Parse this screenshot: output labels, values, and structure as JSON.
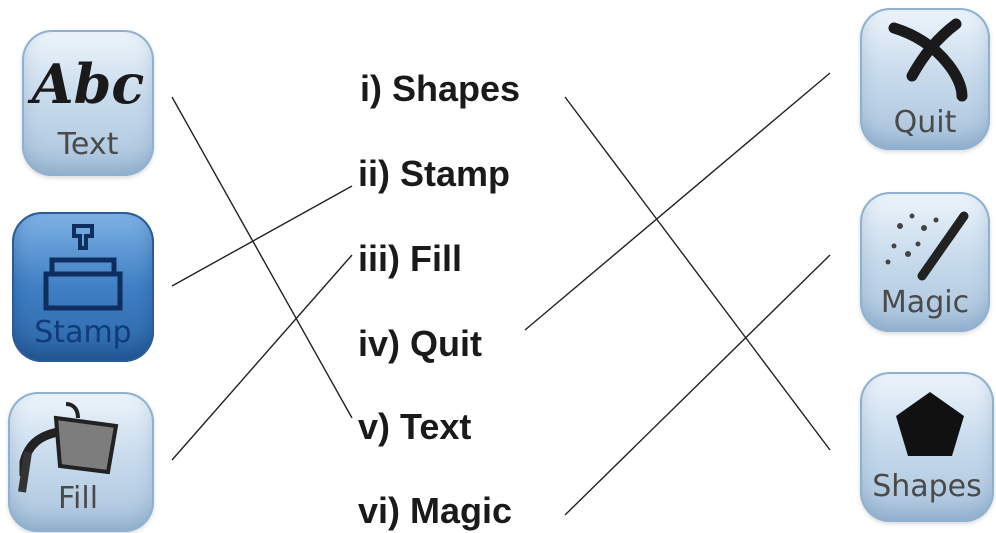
{
  "left_tools": [
    {
      "label": "Text",
      "glyph_text": "Abc",
      "icon": "abc-text-icon"
    },
    {
      "label": "Stamp",
      "icon": "stamp-icon"
    },
    {
      "label": "Fill",
      "icon": "paint-bucket-icon"
    }
  ],
  "right_tools": [
    {
      "label": "Quit",
      "icon": "quit-x-icon"
    },
    {
      "label": "Magic",
      "icon": "magic-wand-icon"
    },
    {
      "label": "Shapes",
      "icon": "pentagon-icon"
    }
  ],
  "items": [
    {
      "num": "i)",
      "name": "Shapes"
    },
    {
      "num": "ii)",
      "name": "Stamp"
    },
    {
      "num": "iii)",
      "name": "Fill"
    },
    {
      "num": "iv)",
      "name": "Quit"
    },
    {
      "num": "v)",
      "name": "Text"
    },
    {
      "num": "vi)",
      "name": "Magic"
    }
  ],
  "matches": [
    {
      "from": "Text tool",
      "to": "v) Text"
    },
    {
      "from": "Stamp tool",
      "to": "ii) Stamp"
    },
    {
      "from": "Fill tool",
      "to": "iii) Fill"
    },
    {
      "from": "i) Shapes",
      "to": "Shapes tool"
    },
    {
      "from": "iv) Quit",
      "to": "Quit tool"
    },
    {
      "from": "vi) Magic",
      "to": "Magic tool"
    }
  ]
}
